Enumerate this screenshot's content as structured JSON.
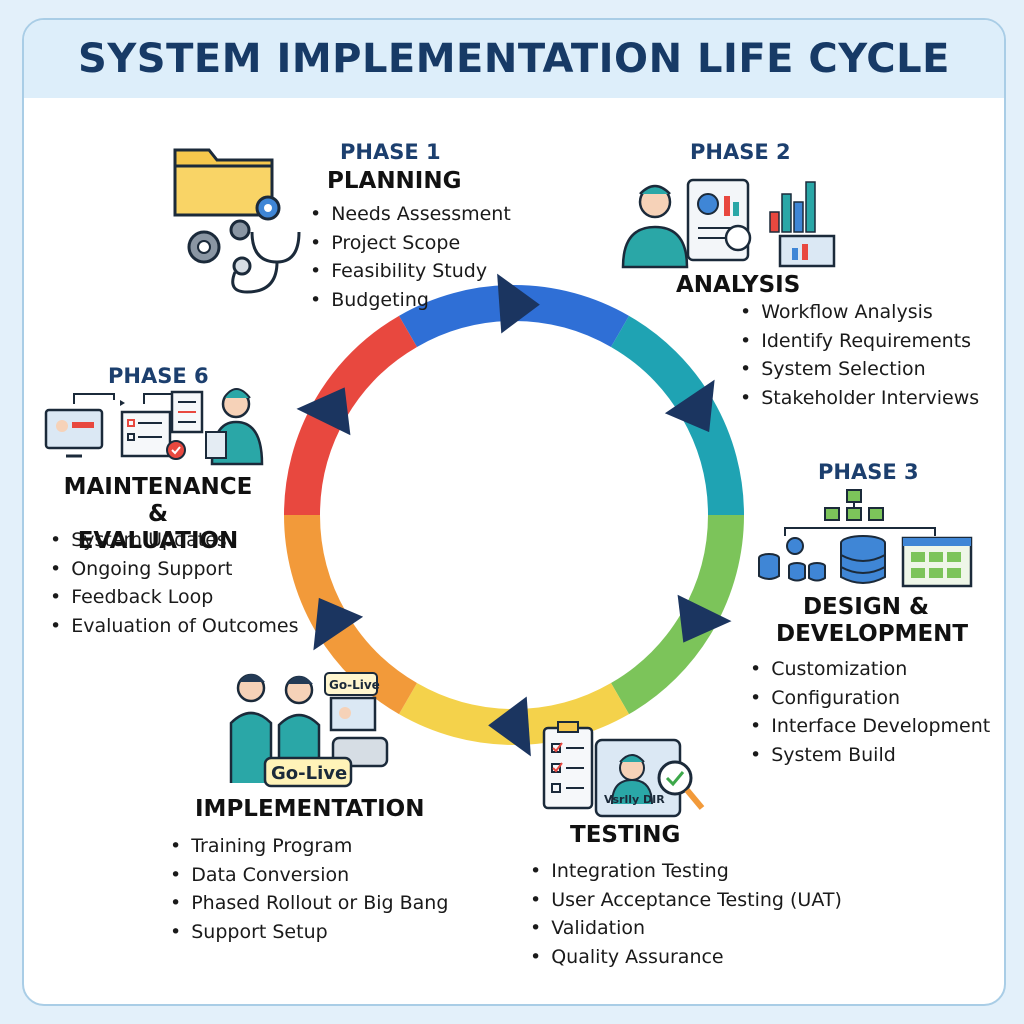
{
  "title": "SYSTEM IMPLEMENTATION LIFE CYCLE",
  "phases": [
    {
      "number": "PHASE 1",
      "name": "PLANNING",
      "items": [
        "Needs Assessment",
        "Project Scope",
        "Feasibility Study",
        "Budgeting"
      ],
      "icon": "folder-gears-stethoscope-icon"
    },
    {
      "number": "PHASE 2",
      "name": "ANALYSIS",
      "items": [
        "Workflow Analysis",
        "Identify Requirements",
        "System Selection",
        "Stakeholder Interviews"
      ],
      "icon": "nurse-charts-icon"
    },
    {
      "number": "PHASE 3",
      "name": "DESIGN & DEVELOPMENT",
      "name_lines": [
        "DESIGN &",
        "DEVELOPMENT"
      ],
      "items": [
        "Customization",
        "Configuration",
        "Interface Development",
        "System Build"
      ],
      "icon": "database-hierarchy-icon"
    },
    {
      "number": "",
      "name": "TESTING",
      "items": [
        "Integration Testing",
        "User Acceptance Testing (UAT)",
        "Validation",
        "Quality Assurance"
      ],
      "icon": "checklist-tablet-magnifier-icon",
      "icon_caption": "Vsrlly DIR"
    },
    {
      "number": "",
      "name": "IMPLEMENTATION",
      "items": [
        "Training Program",
        "Data Conversion",
        "Phased Rollout or Big Bang",
        "Support Setup"
      ],
      "icon": "nurses-go-live-icon",
      "icon_badges": [
        "Go-Live",
        "Go-Live"
      ]
    },
    {
      "number": "PHASE 6",
      "name": "MAINTENANCE & EVALUATION",
      "name_lines": [
        "MAINTENANCE &",
        "EVALUATION"
      ],
      "items": [
        "System Updates",
        "Ongoing Support",
        "Feedback Loop",
        "Evaluation of Outcomes"
      ],
      "icon": "monitor-checklist-nurse-icon"
    }
  ],
  "cycle_colors": [
    "#2f6fd6",
    "#1fa3b3",
    "#7cc45a",
    "#f4d24b",
    "#f29a3a",
    "#e8483f"
  ],
  "arrow_color": "#1b3560"
}
